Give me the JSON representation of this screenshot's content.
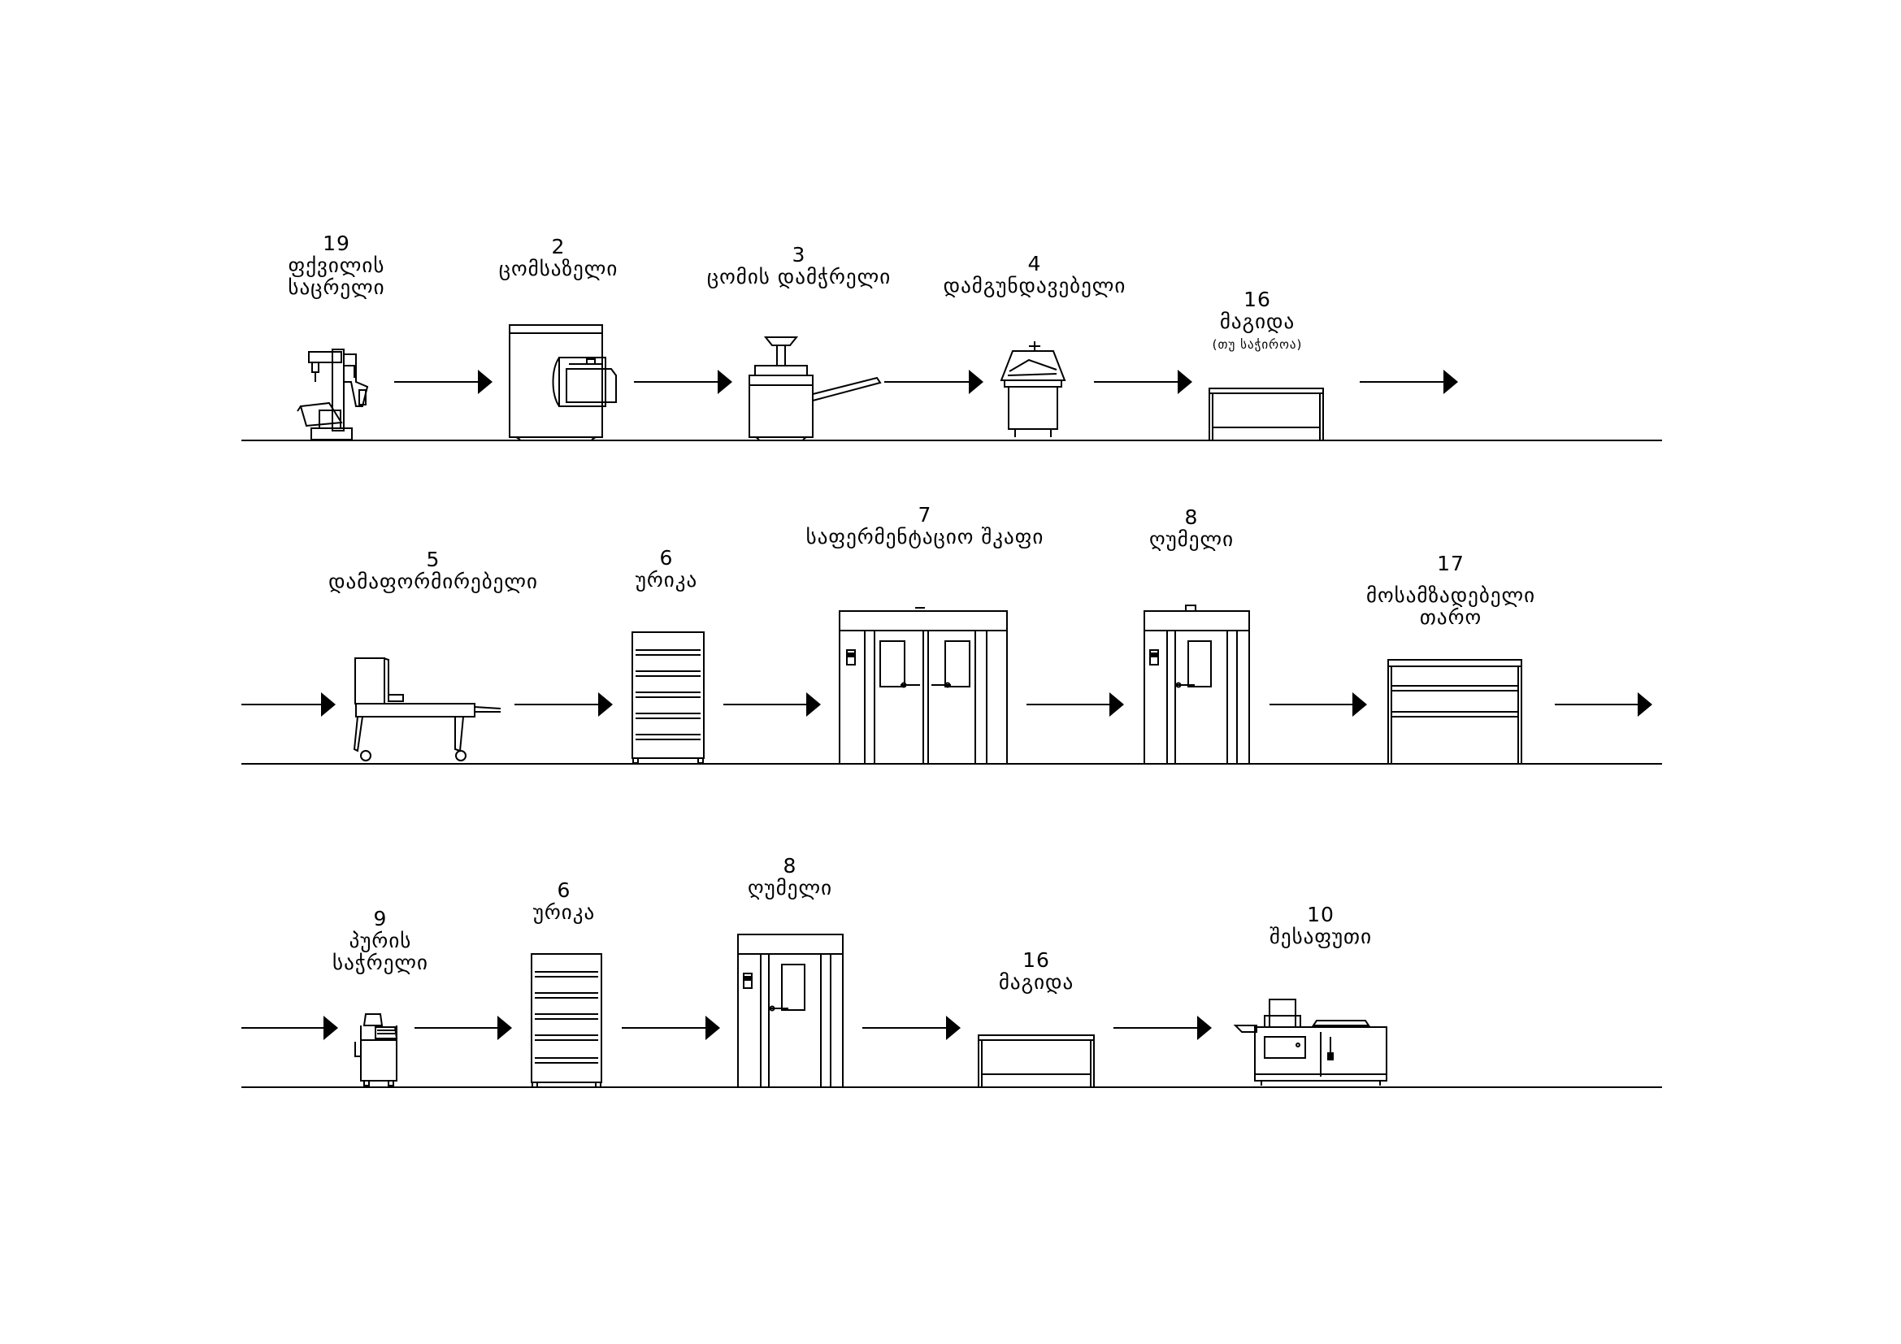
{
  "rows": [
    {
      "steps": [
        {
          "number": "19",
          "lines": [
            "ფქვილის",
            "საცრელი"
          ],
          "icon": "flour-sifter-icon"
        },
        {
          "number": "2",
          "lines": [
            "ცომსაზელი"
          ],
          "icon": "dough-mixer-icon"
        },
        {
          "number": "3",
          "lines": [
            "ცომის დამჭრელი"
          ],
          "icon": "dough-divider-icon"
        },
        {
          "number": "4",
          "lines": [
            "დამგუნდავებელი"
          ],
          "icon": "dough-rounder-icon"
        },
        {
          "number": "16",
          "lines": [
            "მაგიდა"
          ],
          "note": "(თუ საჭიროა)",
          "icon": "table-icon"
        }
      ]
    },
    {
      "steps": [
        {
          "number": "5",
          "lines": [
            "დამაფორმირებელი"
          ],
          "icon": "dough-moulder-icon"
        },
        {
          "number": "6",
          "lines": [
            "ურიკა"
          ],
          "icon": "rack-trolley-icon"
        },
        {
          "number": "7",
          "lines": [
            "საფერმენტაციო შკაფი"
          ],
          "icon": "proofing-cabinet-icon"
        },
        {
          "number": "8",
          "lines": [
            "ღუმელი"
          ],
          "icon": "rack-oven-icon"
        },
        {
          "number": "17",
          "lines": [
            "მოსამზადებელი",
            "თარო"
          ],
          "icon": "cooling-shelf-icon"
        }
      ]
    },
    {
      "steps": [
        {
          "number": "9",
          "lines": [
            "პურის",
            "საჭრელი"
          ],
          "icon": "bread-slicer-icon"
        },
        {
          "number": "6",
          "lines": [
            "ურიკა"
          ],
          "icon": "rack-trolley-icon"
        },
        {
          "number": "8",
          "lines": [
            "ღუმელი"
          ],
          "icon": "rack-oven-icon"
        },
        {
          "number": "16",
          "lines": [
            "მაგიდა"
          ],
          "icon": "table-icon"
        },
        {
          "number": "10",
          "lines": [
            "შესაფუთი"
          ],
          "icon": "packing-machine-icon"
        }
      ]
    }
  ]
}
